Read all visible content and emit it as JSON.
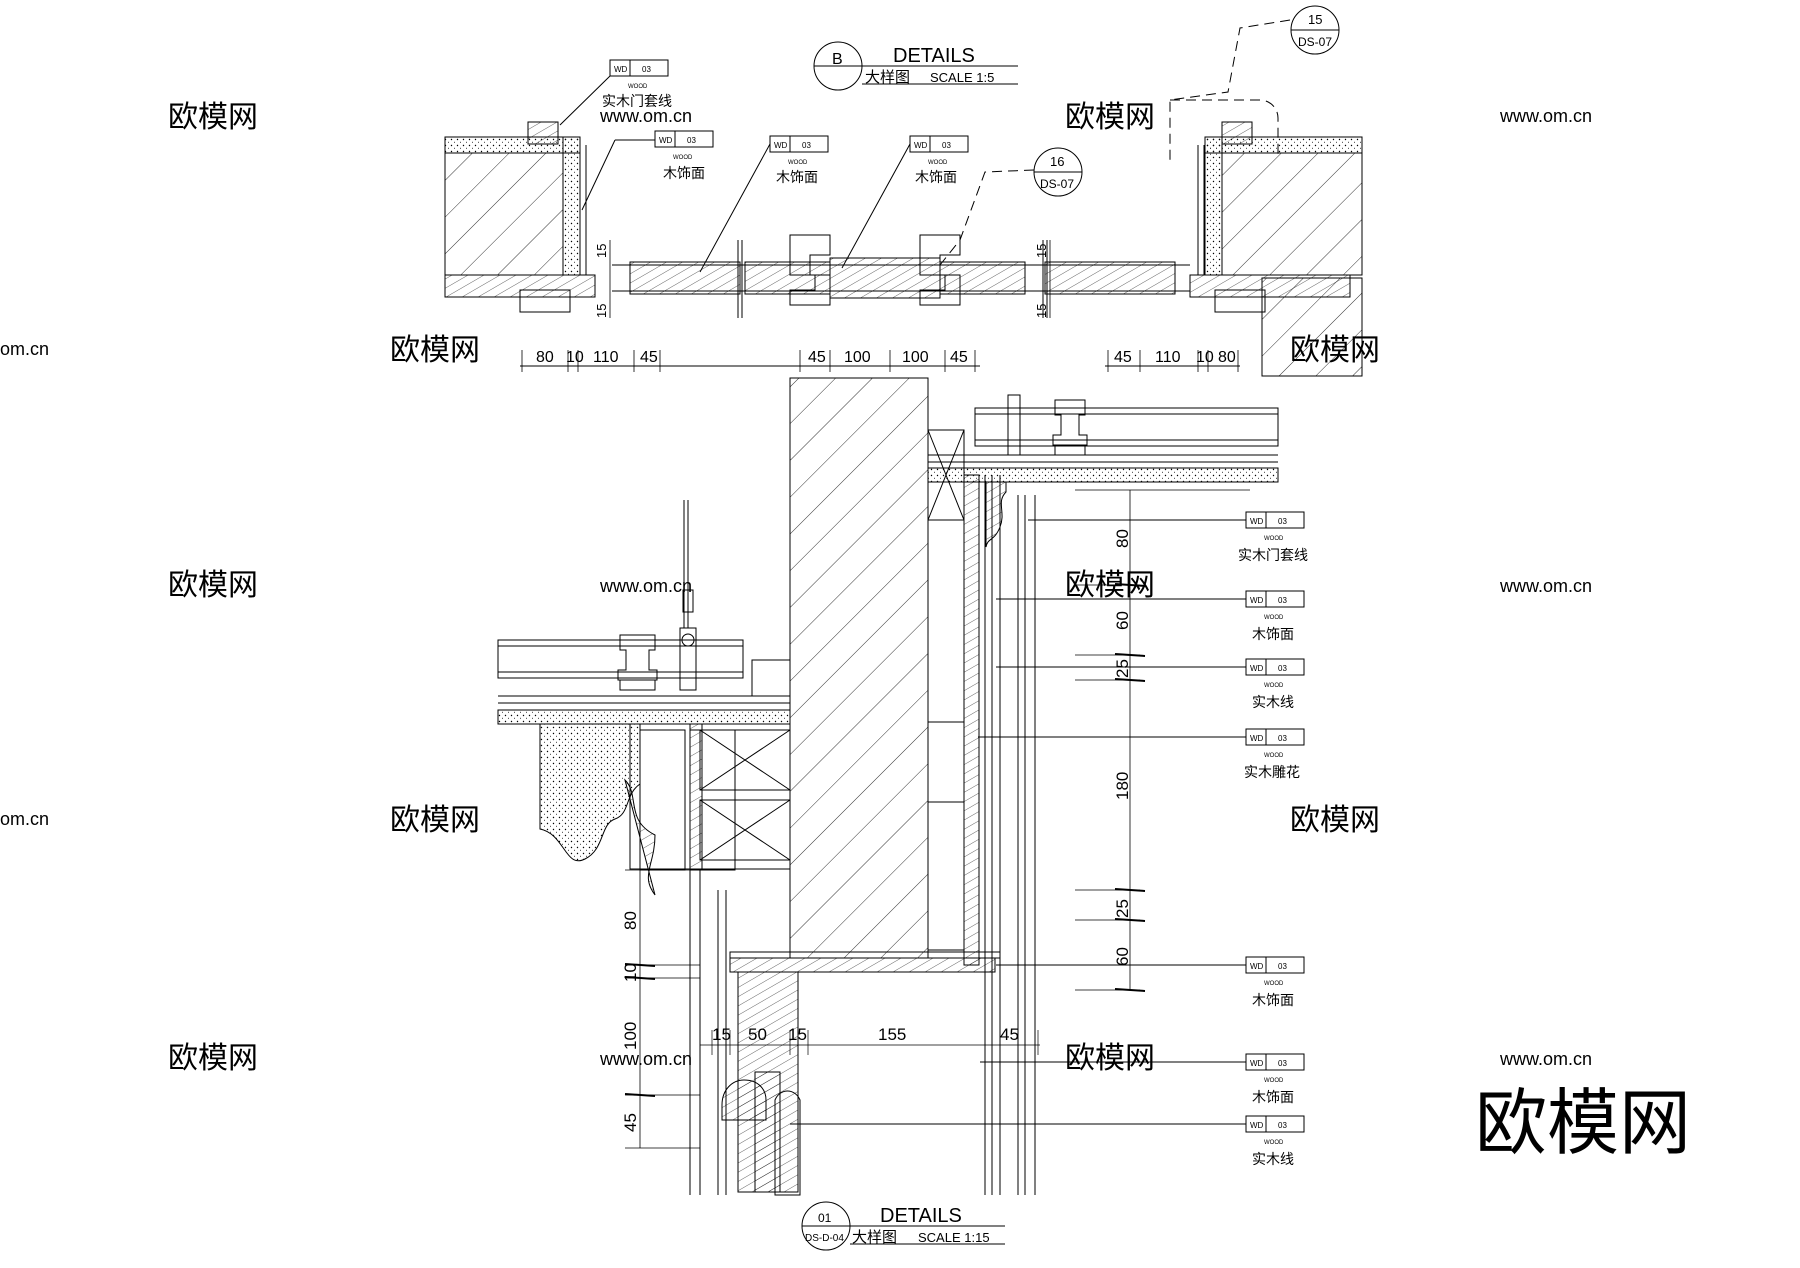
{
  "top_detail": {
    "marker": "B",
    "title": "DETAILS",
    "subtitle": "大样图",
    "scale": "SCALE  1:5"
  },
  "bottom_detail": {
    "marker_num": "01",
    "marker_sheet": "DS-D-04",
    "title": "DETAILS",
    "subtitle": "大样图",
    "scale": "SCALE  1:15"
  },
  "callouts": [
    {
      "num": "15",
      "sheet": "DS-07"
    },
    {
      "num": "16",
      "sheet": "DS-07"
    }
  ],
  "material_tag": {
    "code": "WD",
    "number": "03",
    "material": "WOOD"
  },
  "top_labels": [
    "实木门套线",
    "木饰面",
    "木饰面",
    "木饰面"
  ],
  "side_labels": [
    "实木门套线",
    "木饰面",
    "实木线",
    "实木雕花",
    "木饰面",
    "木饰面",
    "实木线"
  ],
  "dims": {
    "top_left": [
      "80",
      "10",
      "110",
      "45"
    ],
    "top_center": [
      "45",
      "100",
      "100",
      "45"
    ],
    "top_right": [
      "45",
      "110",
      "10",
      "80"
    ],
    "top_small": [
      "15",
      "15",
      "15",
      "15"
    ],
    "right_vertical": [
      "80",
      "60",
      "25",
      "180",
      "25",
      "60"
    ],
    "left_vertical": [
      "80",
      "10",
      "100",
      "45"
    ],
    "bottom_horizontal": [
      "15",
      "50",
      "15",
      "155",
      "45"
    ]
  },
  "watermark": {
    "brand": "欧模网",
    "site": "www.om.cn",
    "site_short": "om.cn"
  }
}
